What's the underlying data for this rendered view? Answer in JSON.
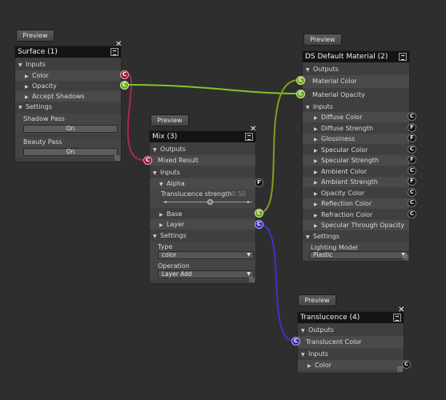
{
  "colors": {
    "red_wire": "#a8284a",
    "green_wire": "#7fc52a",
    "olive_wire": "#8a9a1e",
    "blue_wire": "#3a34c8"
  },
  "surface": {
    "preview": "Preview",
    "title": "Surface (1)",
    "inputs_label": "Inputs",
    "color_label": "Color",
    "opacity_label": "Opacity",
    "shadows_label": "Accept Shadows",
    "settings_label": "Settings",
    "shadow_pass_label": "Shadow Pass",
    "shadow_pass_value": "On",
    "beauty_pass_label": "Beauty Pass",
    "beauty_pass_value": "On",
    "port_color": "C",
    "port_opacity": "C"
  },
  "mix": {
    "preview": "Preview",
    "title": "Mix (3)",
    "outputs_label": "Outputs",
    "mixed_result_label": "Mixed Result",
    "port_mixed": "C",
    "inputs_label": "Inputs",
    "alpha_label": "Alpha",
    "port_alpha": "F",
    "translucence_label": "Translucence strength",
    "translucence_value": "0.50",
    "base_label": "Base",
    "port_base": "C",
    "layer_label": "Layer",
    "port_layer": "C",
    "settings_label": "Settings",
    "type_label": "Type",
    "type_value": "color",
    "operation_label": "Operation",
    "operation_value": "Layer Add"
  },
  "ds": {
    "preview": "Preview",
    "title": "DS Default Material (2)",
    "outputs_label": "Outputs",
    "outputs": [
      {
        "label": "Material Color",
        "port": "C"
      },
      {
        "label": "Material Opacity",
        "port": "C"
      }
    ],
    "inputs_label": "Inputs",
    "inputs": [
      {
        "label": "Diffuse Color",
        "port": "C"
      },
      {
        "label": "Diffuse Strength",
        "port": "F"
      },
      {
        "label": "Glossiness",
        "port": "F"
      },
      {
        "label": "Specular Color",
        "port": "C"
      },
      {
        "label": "Specular Strength",
        "port": "F"
      },
      {
        "label": "Ambient Color",
        "port": "C"
      },
      {
        "label": "Ambient Strength",
        "port": "F"
      },
      {
        "label": "Opacity Color",
        "port": "C"
      },
      {
        "label": "Reflection Color",
        "port": "C"
      },
      {
        "label": "Refraction Color",
        "port": "C"
      },
      {
        "label": "Specular Through Opacity",
        "port": ""
      }
    ],
    "settings_label": "Settings",
    "lighting_label": "Lighting Model",
    "lighting_value": "Plastic"
  },
  "trans": {
    "preview": "Preview",
    "title": "Translucence (4)",
    "outputs_label": "Outputs",
    "translucent_label": "Translucent Color",
    "port_translucent": "C",
    "inputs_label": "Inputs",
    "color_label": "Color",
    "port_color": "C"
  }
}
